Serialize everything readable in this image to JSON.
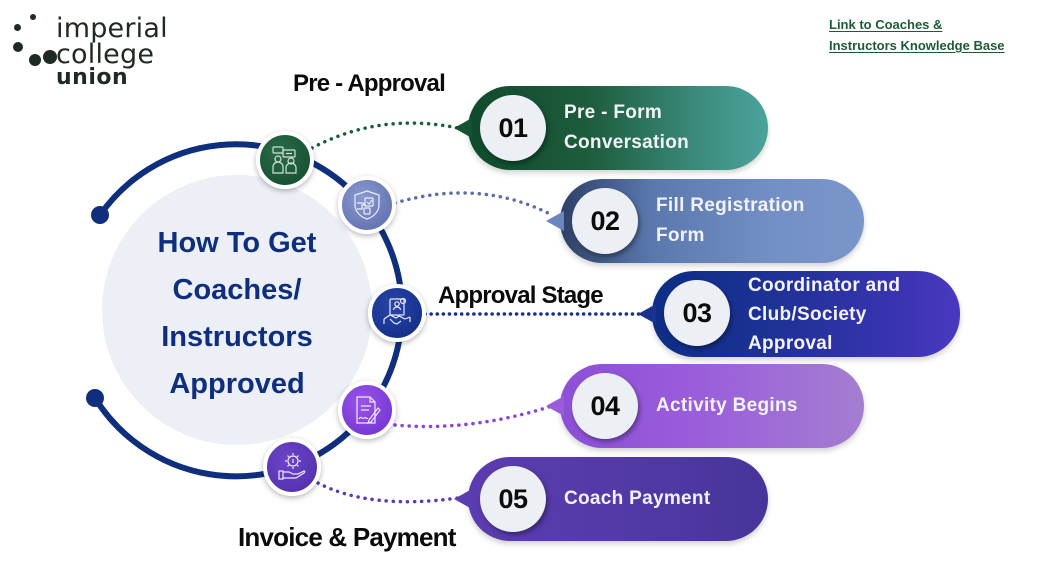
{
  "logo": {
    "line1": "imperial",
    "line2": "college",
    "line3": "union"
  },
  "kb_link": {
    "line1": "Link to Coaches &",
    "line2": "Instructors Knowledge Base"
  },
  "center": {
    "lines": [
      "How To Get",
      "Coaches/",
      "Instructors",
      "Approved"
    ]
  },
  "stage_labels": {
    "pre_approval": "Pre - Approval",
    "approval_stage": "Approval Stage",
    "invoice_payment": "Invoice & Payment"
  },
  "colors": {
    "arc": "#0f2f7e",
    "center_fill": "#eceff5",
    "step1": "#155234",
    "step2": "#6b86bd",
    "step3": "#1a3391",
    "step4": "#9b5cdc",
    "step5": "#5a3db0",
    "link": "#1f5a37"
  },
  "steps": [
    {
      "number": "01",
      "lines": [
        "Pre - Form",
        "Conversation"
      ],
      "icon": "conversation-icon"
    },
    {
      "number": "02",
      "lines": [
        "Fill Registration",
        "Form"
      ],
      "icon": "registration-form-icon"
    },
    {
      "number": "03",
      "lines": [
        "Coordinator and",
        "Club/Society",
        "Approval"
      ],
      "icon": "handshake-approval-icon"
    },
    {
      "number": "04",
      "lines": [
        "Activity Begins"
      ],
      "icon": "signed-document-icon"
    },
    {
      "number": "05",
      "lines": [
        "Coach Payment"
      ],
      "icon": "payment-hand-icon"
    }
  ]
}
